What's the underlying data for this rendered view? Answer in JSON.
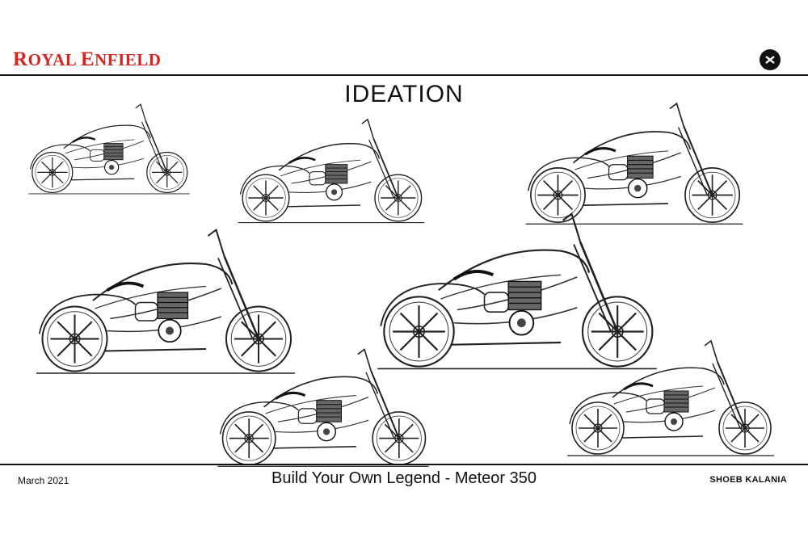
{
  "header": {
    "brand_first_letter": "R",
    "brand_rest": "OYAL ",
    "brand_second_letter": "E",
    "brand_second_rest": "NFIELD",
    "brand_color": "#d62420",
    "designer_logo_icon": "sk-monogram-icon"
  },
  "title": "IDEATION",
  "sketches": [
    {
      "name": "sketch-cruiser-1"
    },
    {
      "name": "sketch-cruiser-2"
    },
    {
      "name": "sketch-cruiser-3"
    },
    {
      "name": "sketch-cruiser-4"
    },
    {
      "name": "sketch-cruiser-5"
    },
    {
      "name": "sketch-cruiser-6"
    },
    {
      "name": "sketch-cruiser-7"
    }
  ],
  "footer": {
    "date": "March 2021",
    "project_title": "Build Your Own Legend - Meteor 350",
    "author": "SHOEB KALANIA"
  }
}
